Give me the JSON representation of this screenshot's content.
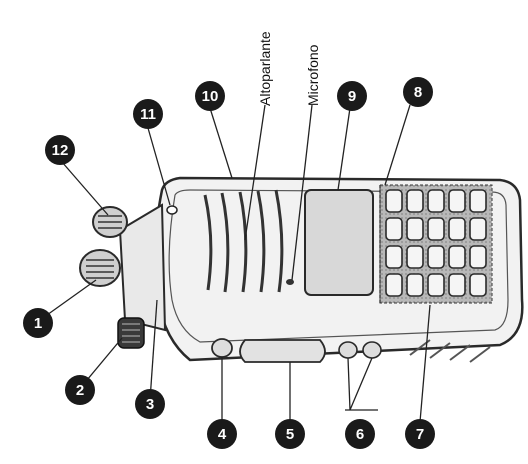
{
  "diagram": {
    "subject": "radio-front-view",
    "text_labels": {
      "speaker": "Altoparlante",
      "microphone": "Microfono"
    },
    "callouts": [
      "1",
      "2",
      "3",
      "4",
      "5",
      "6",
      "7",
      "8",
      "9",
      "10",
      "11",
      "12"
    ],
    "colors": {
      "outline": "#2a2a2a",
      "body_fill": "#f2f2f2",
      "display_fill": "#d8d8d8",
      "key_fill": "#9a9a9a",
      "badge_fill": "#1a1a1a",
      "badge_text": "#ffffff"
    }
  }
}
